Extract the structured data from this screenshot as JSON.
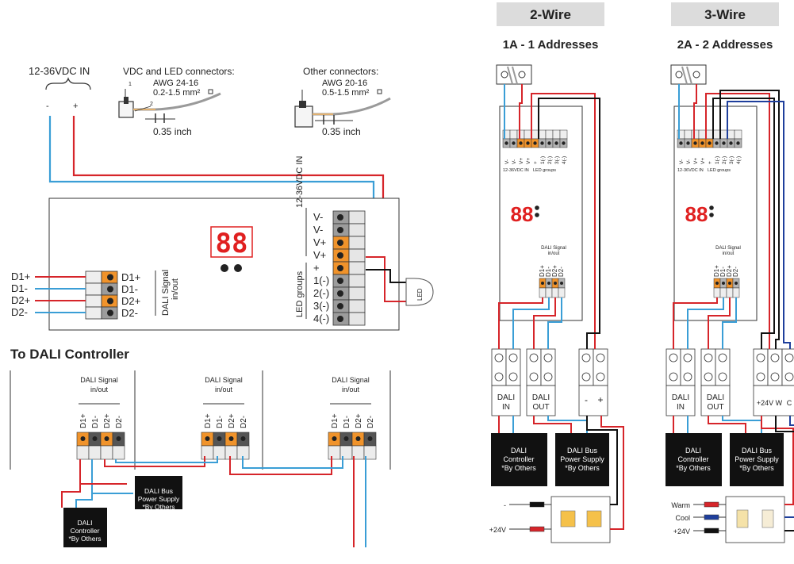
{
  "left_panel": {
    "power_in_label": "12-36VDC IN",
    "power_minus": "-",
    "power_plus": "+",
    "vdc_led_connectors": {
      "title": "VDC and LED connectors:",
      "awg": "AWG 24-16",
      "mm2": "0.2-1.5 mm²",
      "strip_length": "0.35 inch",
      "step1": "1",
      "step2": "2"
    },
    "other_connectors": {
      "title": "Other connectors:",
      "awg": "AWG 20-16",
      "mm2": "0.5-1.5 mm²",
      "strip_length": "0.35 inch"
    },
    "device": {
      "display_digits": "88",
      "power_group_label": "12-36VDC IN",
      "power_terminals": [
        "V-",
        "V-",
        "V+",
        "V+"
      ],
      "led_group_label": "LED groups",
      "led_terminals": [
        "+",
        "1(-)",
        "2(-)",
        "3(-)",
        "4(-)"
      ],
      "dali_terminals": [
        "D1+",
        "D1-",
        "D2+",
        "D2-"
      ],
      "dali_label": "DALI Signal in/out"
    },
    "external_dali_lines": [
      "D1+",
      "D1-",
      "D2+",
      "D2-"
    ],
    "led_label": "LED"
  },
  "to_dali": {
    "title": "To DALI Controller",
    "modules": [
      {
        "label_line1": "DALI Signal",
        "label_line2": "in/out",
        "pins": [
          "D1+",
          "D1-",
          "D2+",
          "D2-"
        ]
      },
      {
        "label_line1": "DALI Signal",
        "label_line2": "in/out",
        "pins": [
          "D1+",
          "D1-",
          "D2+",
          "D2-"
        ]
      },
      {
        "label_line1": "DALI Signal",
        "label_line2": "in/out",
        "pins": [
          "D1+",
          "D1-",
          "D2+",
          "D2-"
        ]
      }
    ],
    "power_supply_box": [
      "DALI Bus",
      "Power Supply",
      "*By Others"
    ],
    "controller_box": [
      "DALI",
      "Controller",
      "*By Others"
    ]
  },
  "two_wire": {
    "header": "2-Wire",
    "subtitle": "1A - 1 Addresses",
    "device": {
      "power_terminals": [
        "V-",
        "V-",
        "V+",
        "V+"
      ],
      "power_label": "12-36VDC IN",
      "led_terminals": [
        "+",
        "1(-)",
        "2(-)",
        "3(-)",
        "4(-)"
      ],
      "led_label": "LED groups",
      "display_digits": "88",
      "dali_label_line1": "DALI Signal",
      "dali_label_line2": "in/out",
      "dali_pins": [
        "D1+",
        "D1-",
        "D2+",
        "D2-"
      ]
    },
    "blocks": [
      {
        "label_line1": "DALI",
        "label_line2": "IN"
      },
      {
        "label_line1": "DALI",
        "label_line2": "OUT"
      },
      {
        "label_line1": "-",
        "label_line2": "+"
      }
    ],
    "controller_box": [
      "DALI",
      "Controller",
      "*By Others"
    ],
    "power_supply_box": [
      "DALI Bus",
      "Power Supply",
      "*By Others"
    ],
    "wire_labels": [
      "-",
      "+24V"
    ]
  },
  "three_wire": {
    "header": "3-Wire",
    "subtitle": "2A - 2 Addresses",
    "device": {
      "power_terminals": [
        "V-",
        "V-",
        "V+",
        "V+"
      ],
      "power_label": "12-36VDC IN",
      "led_terminals": [
        "+",
        "1(-)",
        "2(-)",
        "3(-)",
        "4(-)"
      ],
      "led_label": "LED groups",
      "display_digits": "88",
      "dali_label_line1": "DALI Signal",
      "dali_label_line2": "in/out",
      "dali_pins": [
        "D1+",
        "D1-",
        "D2+",
        "D2-"
      ]
    },
    "blocks": [
      {
        "label_line1": "DALI",
        "label_line2": "IN"
      },
      {
        "label_line1": "DALI",
        "label_line2": "OUT"
      },
      {
        "label_line1": "+24V  W",
        "label_line2": "C"
      }
    ],
    "controller_box": [
      "DALI",
      "Controller",
      "*By Others"
    ],
    "power_supply_box": [
      "DALI Bus",
      "Power Supply",
      "*By Others"
    ],
    "wire_labels": [
      "Warm",
      "Cool",
      "+24V"
    ]
  },
  "colors": {
    "red": "#d6252a",
    "blue": "#3a9ed6",
    "dark_blue": "#1f3f9c",
    "black": "#111111",
    "orange": "#f0932b",
    "gray_terminal": "#9c9c9c",
    "dark_terminal": "#555555",
    "seven_seg": "#e02020",
    "header_bg": "#dcdcdc"
  }
}
